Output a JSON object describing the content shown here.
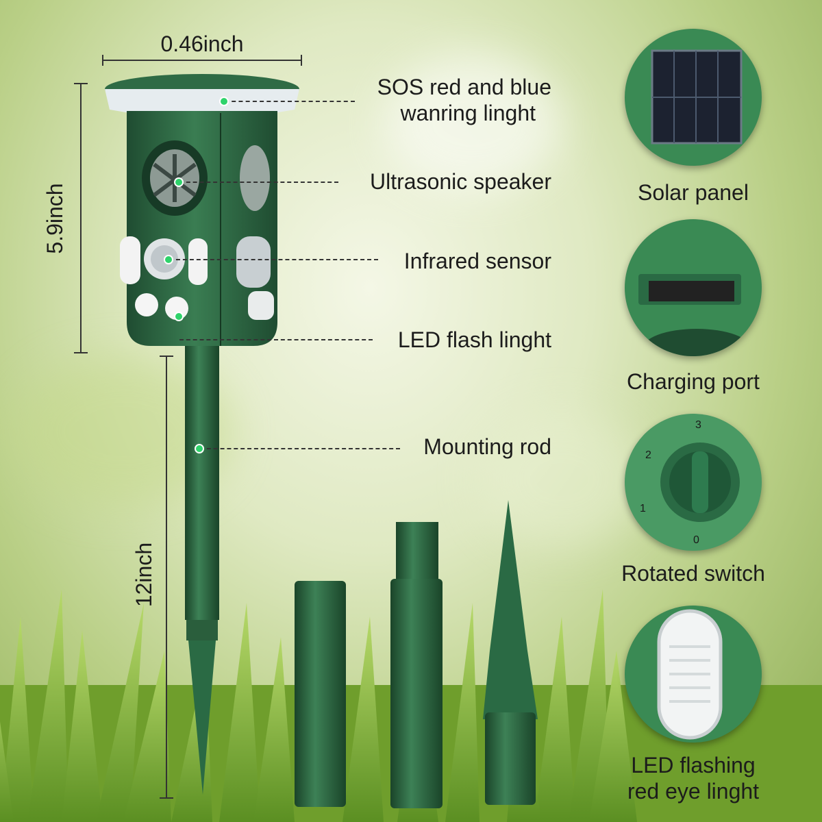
{
  "dimensions": {
    "width": "0.46inch",
    "height": "5.9inch",
    "rod_length": "12inch"
  },
  "callouts": {
    "sos_line1": "SOS red and blue",
    "sos_line2": "wanring linght",
    "ultrasonic": "Ultrasonic speaker",
    "infrared": "Infrared sensor",
    "led_flash": "LED flash linght",
    "mounting_rod": "Mounting rod"
  },
  "features": {
    "solar_panel": "Solar panel",
    "charging_port": "Charging port",
    "rotated_switch": "Rotated switch",
    "led_eye_line1": "LED flashing",
    "led_eye_line2": "red eye linght"
  },
  "switch_digits": {
    "d3": "3",
    "d2": "2",
    "d1": "1",
    "d0": "0"
  },
  "colors": {
    "device_green": "#2f6b45",
    "device_dark": "#1f4c31",
    "circle_green": "#3a8a54"
  }
}
